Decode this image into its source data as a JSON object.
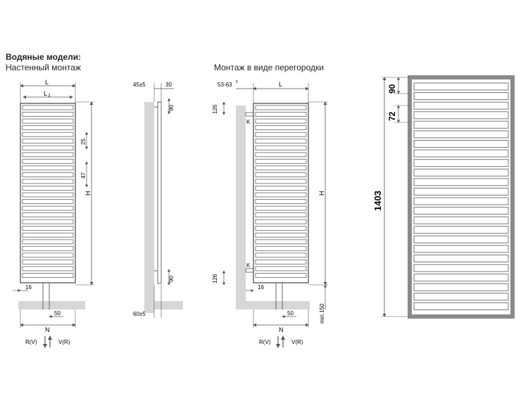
{
  "header": {
    "title": "Водяные модели:",
    "wall_mount": "Настенный монтаж",
    "partition_mount": "Монтаж в виде перегородки"
  },
  "dims": {
    "L": "L",
    "L3": "L",
    "L3_sub": "3",
    "H": "H",
    "N": "N",
    "K": "K",
    "v25": "25",
    "v47": "47",
    "v16": "16",
    "v50": "50",
    "v45": "45±5",
    "v30": "30",
    "v90": "90",
    "v60": "60±5",
    "v5363": "53-63",
    "v126": "126",
    "vmin150": "min.150",
    "v72": "72",
    "v1403": "1403",
    "rv": "R(V)",
    "vr": "V(R)",
    "five": "5"
  },
  "colors": {
    "line": "#555555",
    "frame": "#8a8a8a",
    "wall": "#d6d6d6"
  }
}
